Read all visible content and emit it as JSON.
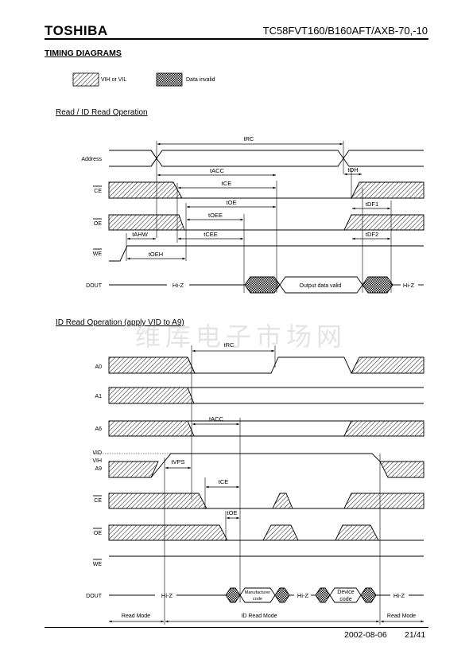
{
  "header": {
    "brand": "TOSHIBA",
    "part_number": "TC58FVT160/B160AFT/AXB-70,-10"
  },
  "section_title": "TIMING DIAGRAMS",
  "legend": {
    "ih_il": "VIH or VIL",
    "invalid": "Data invalid"
  },
  "diagram1": {
    "title": "Read / ID Read Operation",
    "signals": {
      "address": "Address",
      "ce": "CE",
      "oe": "OE",
      "we": "WE",
      "dout": "DOUT"
    },
    "timings": {
      "trc": "tRC",
      "tacc": "tACC",
      "tce": "tCE",
      "toe": "tOE",
      "toee": "tOEE",
      "tahw": "tAHW",
      "tcee": "tCEE",
      "toeh": "tOEH",
      "toh": "tOH",
      "tdf1": "tDF1",
      "tdf2": "tDF2"
    },
    "hiz_left": "Hi-Z",
    "hiz_right": "Hi-Z",
    "output_valid": "Output data valid"
  },
  "diagram2": {
    "title": "ID Read Operation (apply VID to A9)",
    "signals": {
      "a0": "A0",
      "a1": "A1",
      "a6": "A6",
      "vid": "VID",
      "vih": "VIH",
      "a9": "A9",
      "ce": "CE",
      "oe": "OE",
      "we": "WE",
      "dout": "DOUT"
    },
    "timings": {
      "trc": "tRC",
      "tacc": "tACC",
      "tvps": "tVPS",
      "tce": "tCE",
      "toe": "tOE"
    },
    "hiz_1": "Hi-Z",
    "hiz_2": "Hi-Z",
    "hiz_3": "Hi-Z",
    "manufacturer_code": [
      "Manufacturer",
      "code"
    ],
    "device_code": [
      "Device",
      "code"
    ],
    "modes": {
      "left": "Read Mode",
      "center": "ID Read Mode",
      "right": "Read Mode"
    }
  },
  "watermark": "维库电子市场网",
  "footer": {
    "date": "2002-08-06",
    "page": "21/41"
  }
}
